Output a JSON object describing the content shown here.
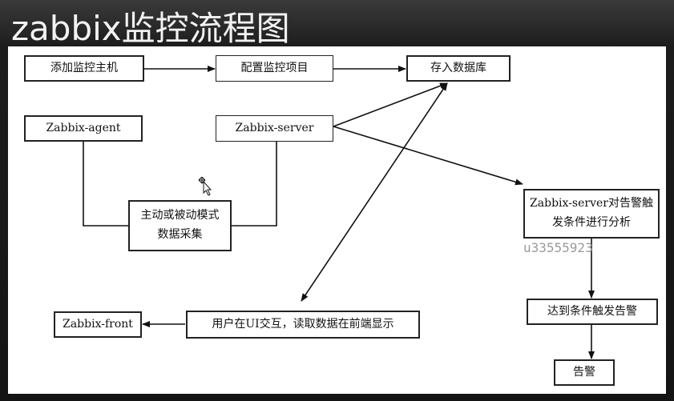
{
  "title": "zabbix监控流程图",
  "watermark": "u33555923",
  "nodes": {
    "add_host": "添加监控主机",
    "config_items": "配置监控项目",
    "store_db": "存入数据库",
    "agent": "Zabbix-agent",
    "server": "Zabbix-server",
    "collect_line1": "主动或被动模式",
    "collect_line2": "数据采集",
    "analyze_line1": "Zabbix-server对告警触",
    "analyze_line2": "发条件进行分析",
    "trigger_alarm": "达到条件触发告警",
    "alarm": "告警",
    "front": "Zabbix-front",
    "ui": "用户在UI交互，读取数据在前端显示"
  }
}
